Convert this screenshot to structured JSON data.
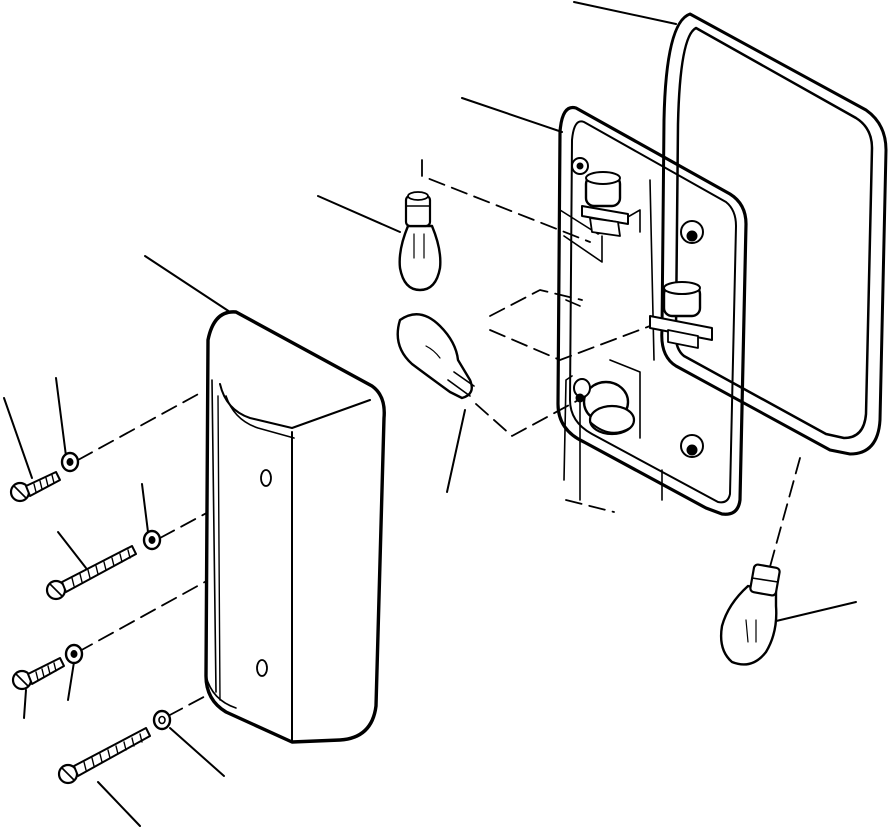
{
  "diagram": {
    "type": "exploded-parts-drawing",
    "style": "black line art on white",
    "parts": [
      {
        "name": "lens-gasket"
      },
      {
        "name": "lamp-housing"
      },
      {
        "name": "upper-bulb"
      },
      {
        "name": "middle-bulb"
      },
      {
        "name": "lower-right-bulb"
      },
      {
        "name": "lamp-lens"
      },
      {
        "name": "short-screw-upper"
      },
      {
        "name": "washer-upper"
      },
      {
        "name": "long-screw-upper"
      },
      {
        "name": "washer-middle"
      },
      {
        "name": "short-screw-lower"
      },
      {
        "name": "washer-lower"
      },
      {
        "name": "long-screw-lower"
      },
      {
        "name": "washer-bottom"
      }
    ],
    "colors": {
      "ink": "#000000",
      "background": "#ffffff",
      "shade": "#ffffff"
    }
  }
}
